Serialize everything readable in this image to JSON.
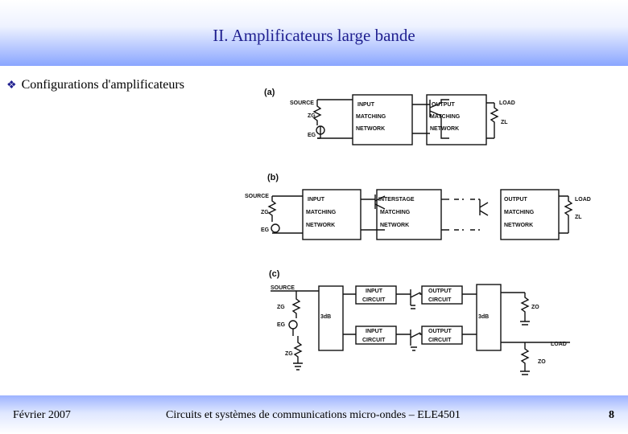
{
  "slide": {
    "title": "II. Amplificateurs large bande",
    "bullet_text": "Configurations d'amplificateurs"
  },
  "diagram": {
    "a": {
      "label": "(a)",
      "source": "SOURCE",
      "zg": "ZG",
      "eg": "EG",
      "load": "LOAD",
      "zl": "ZL",
      "input_network": [
        "INPUT",
        "MATCHING",
        "NETWORK"
      ],
      "output_network": [
        "OUTPUT",
        "MATCHING",
        "NETWORK"
      ]
    },
    "b": {
      "label": "(b)",
      "source": "SOURCE",
      "zg": "ZG",
      "eg": "EG",
      "load": "LOAD",
      "zl": "ZL",
      "input_network": [
        "INPUT",
        "MATCHING",
        "NETWORK"
      ],
      "interstage_network": [
        "INTERSTAGE",
        "MATCHING",
        "NETWORK"
      ],
      "output_network": [
        "OUTPUT",
        "MATCHING",
        "NETWORK"
      ]
    },
    "c": {
      "label": "(c)",
      "source": "SOURCE",
      "zg": "ZG",
      "eg": "EG",
      "zg2": "ZG",
      "coupler_left": "3dB",
      "coupler_right": "3dB",
      "input_circuit_top": [
        "INPUT",
        "CIRCUIT"
      ],
      "output_circuit_top": [
        "OUTPUT",
        "CIRCUIT"
      ],
      "input_circuit_bottom": [
        "INPUT",
        "CIRCUIT"
      ],
      "output_circuit_bottom": [
        "OUTPUT",
        "CIRCUIT"
      ],
      "zo": "ZO",
      "load": "LOAD",
      "zo2": "ZO"
    }
  },
  "footer": {
    "date": "Février 2007",
    "course": "Circuits et systèmes de communications micro-ondes – ELE4501",
    "page": "8"
  }
}
